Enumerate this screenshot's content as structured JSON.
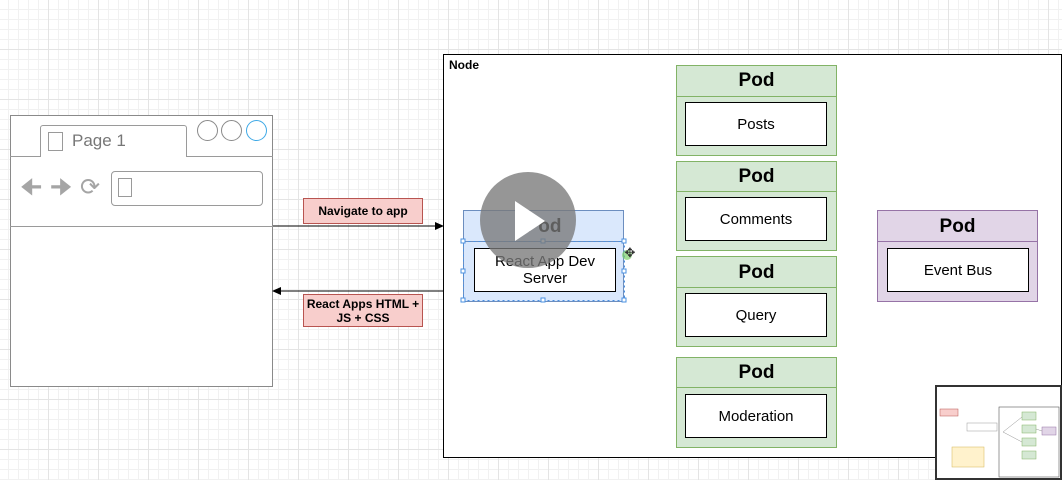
{
  "browser": {
    "tab_label": "Page 1",
    "icons": [
      "page-icon",
      "back-arrow-icon",
      "forward-arrow-icon",
      "refresh-icon",
      "url-page-icon",
      "window-button-icon"
    ]
  },
  "node": {
    "label": "Node"
  },
  "messages": {
    "request": "Navigate to app",
    "response_line1": "React Apps HTML +",
    "response_line2": "JS + CSS"
  },
  "pods": [
    {
      "title": "Pod",
      "service": "Posts"
    },
    {
      "title": "Pod",
      "service": "Comments"
    },
    {
      "title": "Pod",
      "service": "Query"
    },
    {
      "title": "Pod",
      "service": "Moderation"
    },
    {
      "title": "Pod",
      "service": "Event Bus"
    },
    {
      "title": "Pod",
      "service_line1": "React App Dev",
      "service_line2": "Server"
    }
  ],
  "overlay": {
    "icon": "play-icon"
  },
  "colors": {
    "pod_green_fill": "#d5e8d4",
    "pod_green_stroke": "#82b366",
    "pod_blue_fill": "#dae8fc",
    "pod_blue_stroke": "#6c8ebf",
    "pod_purple_fill": "#e1d5e7",
    "pod_purple_stroke": "#9673a6",
    "message_fill": "#f8cecc",
    "message_stroke": "#b85450"
  }
}
